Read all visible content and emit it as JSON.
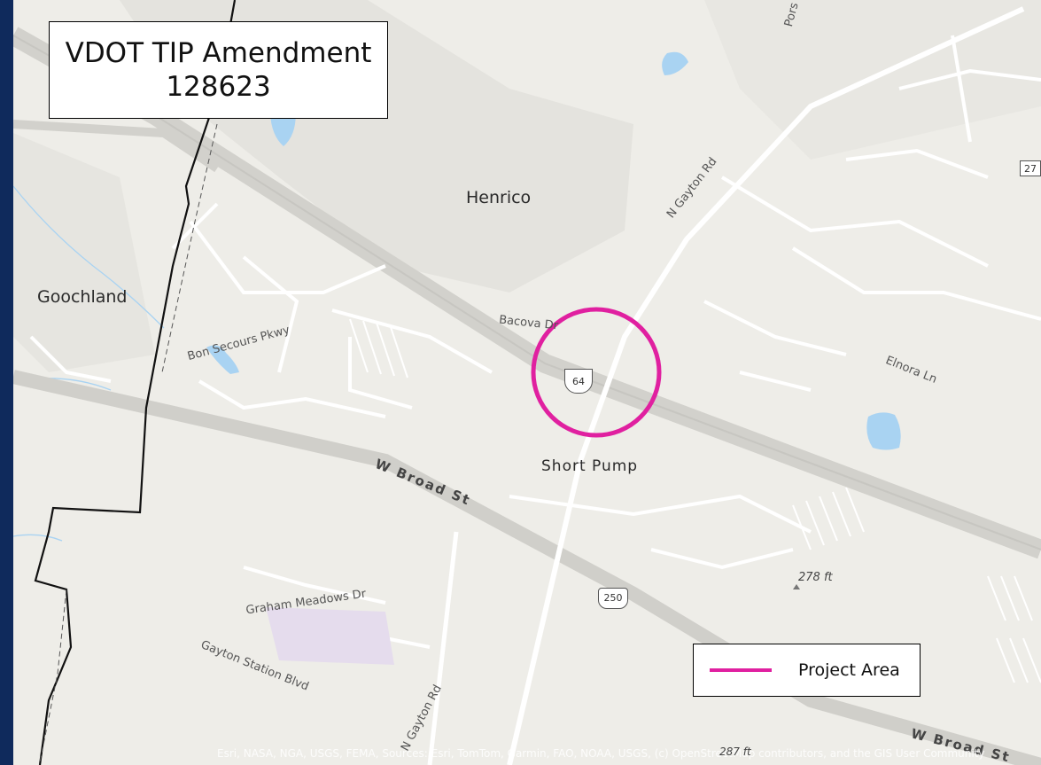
{
  "title": {
    "line1": "VDOT TIP Amendment",
    "line2": "128623"
  },
  "legend": {
    "label": "Project Area",
    "color": "#e020a0"
  },
  "places": {
    "henrico": "Henrico",
    "goochland": "Goochland",
    "short_pump": "Short Pump"
  },
  "roads": {
    "n_gayton_rd_north": "N Gayton Rd",
    "n_gayton_rd_south": "N Gayton Rd",
    "bacova_dr": "Bacova Dr",
    "bon_secours": "Bon Secours Pkwy",
    "elnora_ln": "Elnora Ln",
    "w_broad_st": "W Broad St",
    "w_broad_st_east": "W Broad St",
    "graham_meadows": "Graham Meadows Dr",
    "gayton_station": "Gayton Station Blvd",
    "porsche_partial": "Pors"
  },
  "shields": {
    "interstate": "64",
    "us_route": "250",
    "state_partial": "27"
  },
  "elevations": {
    "e1": "278 ft",
    "e2": "287 ft"
  },
  "attribution": "Esri, NASA, NGA, USGS, FEMA, Sources:  Esri, TomTom, Garmin, FAO, NOAA, USGS, (c) OpenStreetMap contributors, and the GIS User Community",
  "colors": {
    "frame": "#0f2a5c",
    "map_bg": "#eeede8",
    "water": "#a9d3f2",
    "project_area": "#e020a0"
  }
}
